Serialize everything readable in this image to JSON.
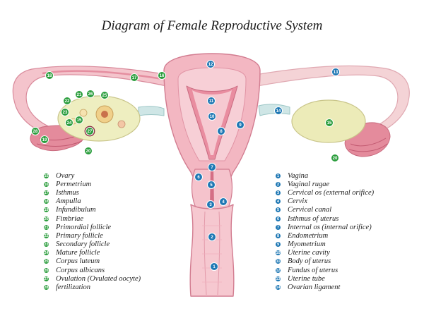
{
  "title": "Diagram of Female Reproductive System",
  "colors": {
    "green_marker": "#2a9d3c",
    "blue_marker": "#1f78b4",
    "tissue_pink": "#f3b7c2",
    "tissue_dark": "#e07f93",
    "ovary_yellow": "#ecebb8"
  },
  "legend_left": [
    {
      "num": "15",
      "label": "Ovary"
    },
    {
      "num": "16",
      "label": "Permetrium"
    },
    {
      "num": "17",
      "label": "Isthmus"
    },
    {
      "num": "18",
      "label": "Ampulla"
    },
    {
      "num": "19",
      "label": "Infundibulum"
    },
    {
      "num": "20",
      "label": "Fimbriae"
    },
    {
      "num": "21",
      "label": "Primordial follicle"
    },
    {
      "num": "22",
      "label": "Primary follicle"
    },
    {
      "num": "23",
      "label": "Secondary follicle"
    },
    {
      "num": "24",
      "label": "Mature follicle"
    },
    {
      "num": "25",
      "label": "Corpus luteum"
    },
    {
      "num": "26",
      "label": "Corpus albicans"
    },
    {
      "num": "27",
      "label": "Ovulation (Ovulated oocyte)"
    },
    {
      "num": "28",
      "label": "fertilization"
    }
  ],
  "legend_right": [
    {
      "num": "1",
      "label": "Vagina"
    },
    {
      "num": "2",
      "label": "Vaginal rugae"
    },
    {
      "num": "3",
      "label": "Cervical os (external orifice)"
    },
    {
      "num": "4",
      "label": "Cervix"
    },
    {
      "num": "5",
      "label": "Cervical canal"
    },
    {
      "num": "6",
      "label": "Isthmus of uterus"
    },
    {
      "num": "7",
      "label": "Internal os (internal orifice)"
    },
    {
      "num": "8",
      "label": "Endometrium"
    },
    {
      "num": "9",
      "label": "Myometrium"
    },
    {
      "num": "10",
      "label": "Uterine cavity"
    },
    {
      "num": "11",
      "label": "Body of uterus"
    },
    {
      "num": "12",
      "label": "Fundus of uterus"
    },
    {
      "num": "13",
      "label": "Uterine tube"
    },
    {
      "num": "14",
      "label": "Ovarian ligament"
    }
  ],
  "markers": {
    "m1": "1",
    "m2": "2",
    "m3": "3",
    "m4": "4",
    "m5": "5",
    "m6": "6",
    "m7": "7",
    "m8": "8",
    "m9": "9",
    "m10": "10",
    "m11": "11",
    "m12": "12",
    "m13": "13",
    "m14a": "14",
    "m14b": "14",
    "m15a": "15",
    "m15b": "15",
    "m16": "16",
    "m17": "17",
    "m18": "18",
    "m19": "19",
    "m20a": "20",
    "m20b": "20",
    "m21": "21",
    "m22": "22",
    "m23": "23",
    "m24": "24",
    "m25": "25",
    "m26": "26",
    "m27": "27",
    "m28": "28"
  }
}
